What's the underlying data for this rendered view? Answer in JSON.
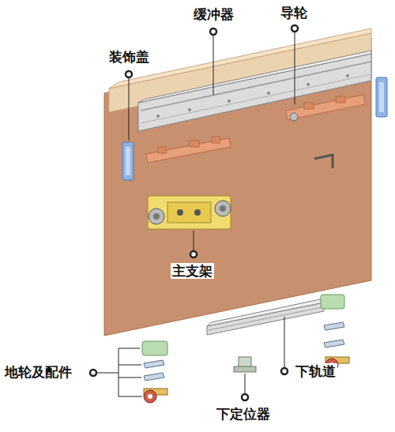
{
  "diagram": {
    "labels": [
      "装饰盖",
      "缓冲器",
      "导轮",
      "主支架",
      "地轮及配件",
      "下轨道",
      "下定位器"
    ]
  }
}
